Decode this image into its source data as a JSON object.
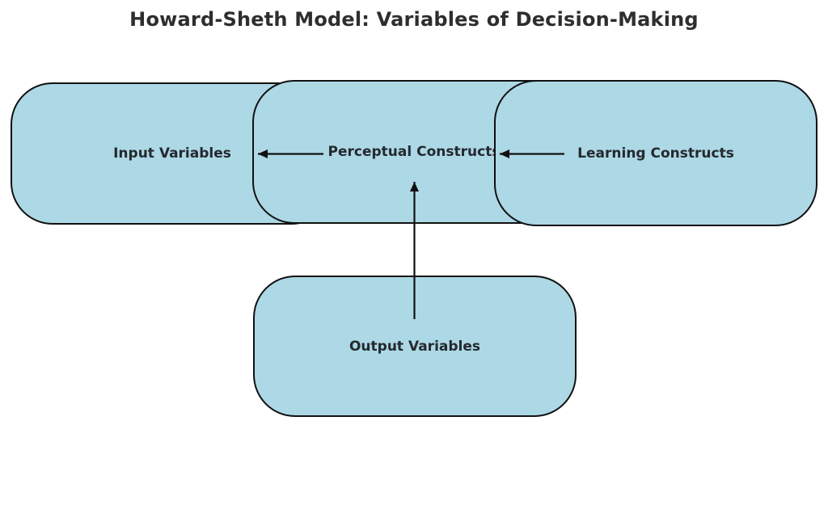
{
  "title": "Howard-Sheth Model: Variables of Decision-Making",
  "colors": {
    "background": "#ffffff",
    "box-fill": "#add8e6",
    "box-border": "#111111",
    "label-text": "#24292e",
    "title-text": "#2e2e2e",
    "arrow": "#111111"
  },
  "nodes": {
    "input": {
      "label": "Input Variables"
    },
    "perceptual": {
      "label": "Perceptual Constructs"
    },
    "learning": {
      "label": "Learning Constructs"
    },
    "output": {
      "label": "Output Variables"
    }
  },
  "edges": [
    {
      "from": "Perceptual Constructs",
      "to": "Input Variables",
      "direction": "left"
    },
    {
      "from": "Learning Constructs",
      "to": "Perceptual Constructs",
      "direction": "left"
    },
    {
      "from": "Output Variables",
      "to": "Perceptual Constructs",
      "direction": "up"
    }
  ]
}
